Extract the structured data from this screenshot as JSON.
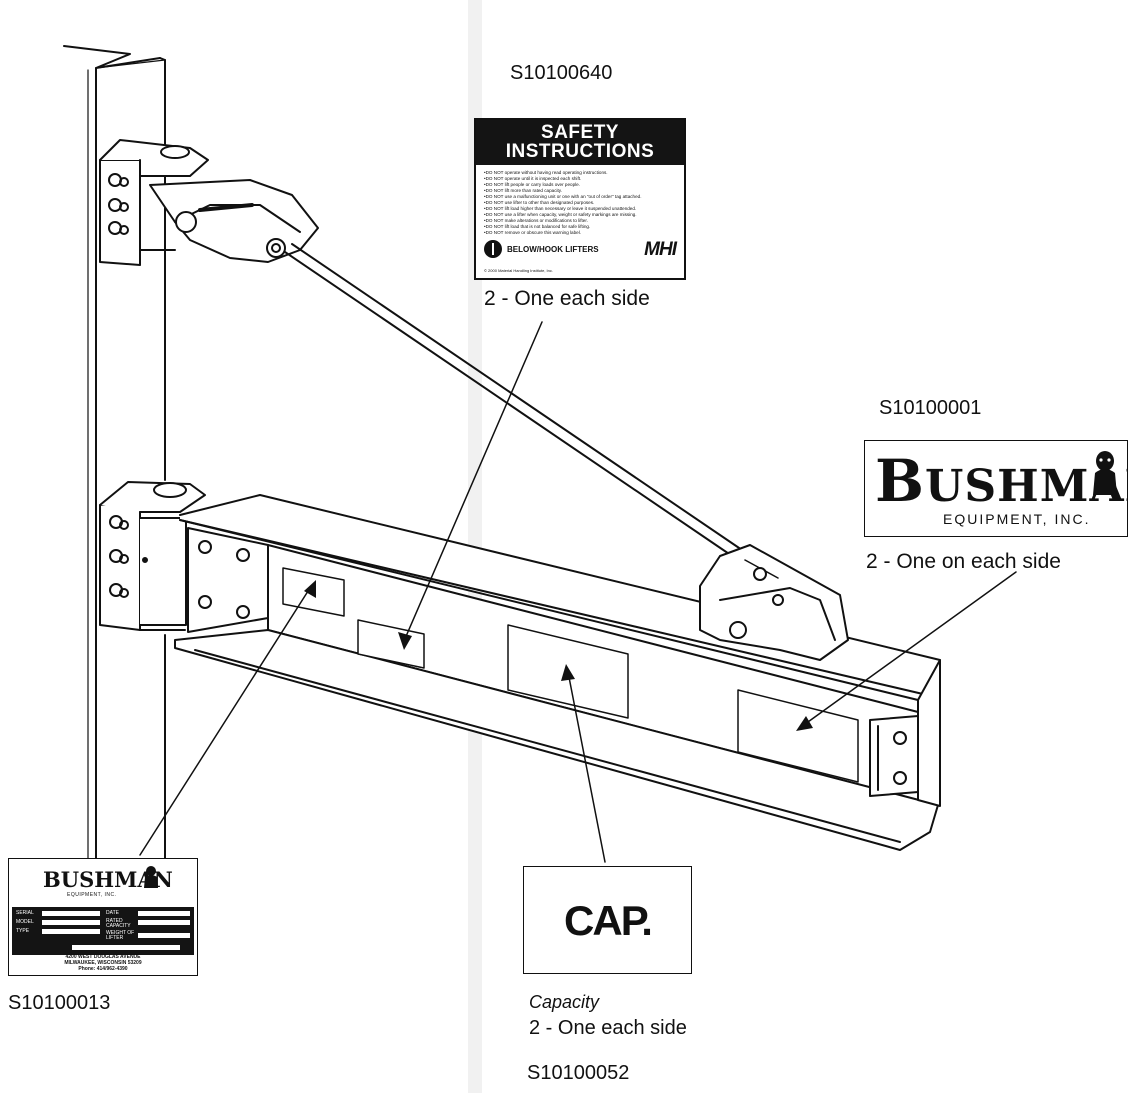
{
  "parts": {
    "safety_decal": {
      "part_number": "S10100640",
      "header_line1": "SAFETY",
      "header_line2": "INSTRUCTIONS",
      "bullets": [
        "DO NOT operate without having read operating instructions.",
        "DO NOT operate until it is inspected each shift.",
        "DO NOT lift people or carry loads over people.",
        "DO NOT lift more than rated capacity.",
        "DO NOT use a malfunctioning unit or one with an \"out of order\" tag attached.",
        "DO NOT use lifter to other than designated purposes.",
        "DO NOT lift load higher than necessary or leave it suspended unattended.",
        "DO NOT use a lifter when capacity, weight or safety markings are missing.",
        "DO NOT make alterations or modifications to lifter.",
        "DO NOT lift load that is not balanced for safe lifting.",
        "DO NOT remove or obscure this warning label."
      ],
      "footer_brand": "BELOW/HOOK LIFTERS",
      "footer_logo": "MHI",
      "copyright": "© 2000 Material Handling Institute, Inc.",
      "quantity_note": "2 - One each side"
    },
    "bushman_decal": {
      "part_number": "S10100001",
      "brand_initial": "B",
      "brand_rest": "USHMAN",
      "subtitle": "EQUIPMENT, INC.",
      "quantity_note": "2 - One on each side"
    },
    "serial_plate": {
      "part_number": "S10100013",
      "brand": "BUSHMAN",
      "subtitle": "EQUIPMENT, INC.",
      "fields": [
        "SERIAL",
        "MODEL",
        "TYPE",
        "DATE",
        "RATED CAPACITY",
        "WEIGHT OF LIFTER"
      ],
      "address_line1": "4200 WEST DOUGLAS AVENUE",
      "address_line2": "MILWAUKEE, WISCONSIN 53209",
      "address_line3": "Phone: 414/962-4390"
    },
    "capacity_decal": {
      "part_number": "S10100052",
      "text": "CAP.",
      "caption": "Capacity",
      "quantity_note": "2 - One each side"
    }
  },
  "colors": {
    "ink": "#111111",
    "paper": "#ffffff",
    "shade": "#e9e9e9"
  }
}
